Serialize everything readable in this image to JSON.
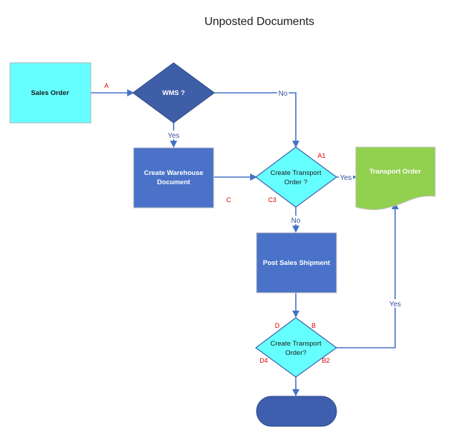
{
  "title": "Unposted Documents",
  "colors": {
    "cyan": "#66ffff",
    "blue_rect": "#4a72c8",
    "dark_diamond": "#3e5ea8",
    "green_doc": "#92d050",
    "terminator": "#3d5fad",
    "edge": "#4472c4",
    "marker": "#e00000"
  },
  "nodes": {
    "sales_order": {
      "label": "Sales Order",
      "shape": "rectangle"
    },
    "wms": {
      "label": "WMS ?",
      "shape": "decision"
    },
    "create_warehouse": {
      "label_line1": "Create Warehouse",
      "label_line2": "Document",
      "shape": "rectangle"
    },
    "create_transport_1": {
      "label_line1": "Create Transport",
      "label_line2": "Order ?",
      "shape": "decision"
    },
    "transport_order": {
      "label": "Transport Order",
      "shape": "document"
    },
    "post_sales": {
      "label": "Post Sales Shipment",
      "shape": "rectangle"
    },
    "create_transport_2": {
      "label_line1": "Create Transport",
      "label_line2": "Order?",
      "shape": "decision"
    },
    "end": {
      "label": "",
      "shape": "terminator"
    }
  },
  "edges": {
    "wms_no": "No",
    "wms_yes": "Yes",
    "ct1_yes": "Yes",
    "ct1_no": "No",
    "ct2_yes": "Yes"
  },
  "markers": {
    "a": "A",
    "a1": "A1",
    "c": "C",
    "c3": "C3",
    "d": "D",
    "b": "B",
    "d4": "D4",
    "b2": "B2"
  }
}
